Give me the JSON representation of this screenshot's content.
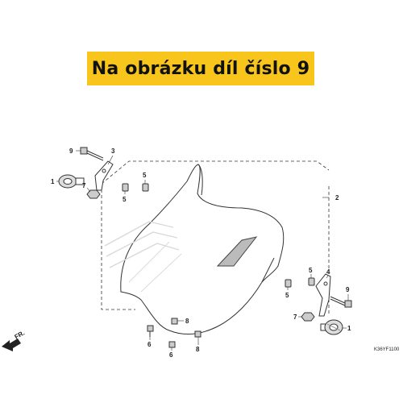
{
  "banner": {
    "text": "Na obrázku díl číslo 9",
    "color": "#f7c51c"
  },
  "callouts": [
    {
      "id": "c9-left",
      "text": "9"
    },
    {
      "id": "c3",
      "text": "3"
    },
    {
      "id": "c1-left",
      "text": "1"
    },
    {
      "id": "c7-left",
      "text": "7"
    },
    {
      "id": "c5-top",
      "text": "5"
    },
    {
      "id": "c5-left",
      "text": "5"
    },
    {
      "id": "c2",
      "text": "2"
    },
    {
      "id": "c5-right1",
      "text": "5"
    },
    {
      "id": "c5-right2",
      "text": "5"
    },
    {
      "id": "c4",
      "text": "4"
    },
    {
      "id": "c9-right",
      "text": "9"
    },
    {
      "id": "c7-right",
      "text": "7"
    },
    {
      "id": "c1-right",
      "text": "1"
    },
    {
      "id": "c8-a",
      "text": "8"
    },
    {
      "id": "c6-a",
      "text": "6"
    },
    {
      "id": "c6-b",
      "text": "6"
    },
    {
      "id": "c8-b",
      "text": "8"
    }
  ],
  "direction_label": "FR.",
  "drawing_code": "K36YF1100"
}
